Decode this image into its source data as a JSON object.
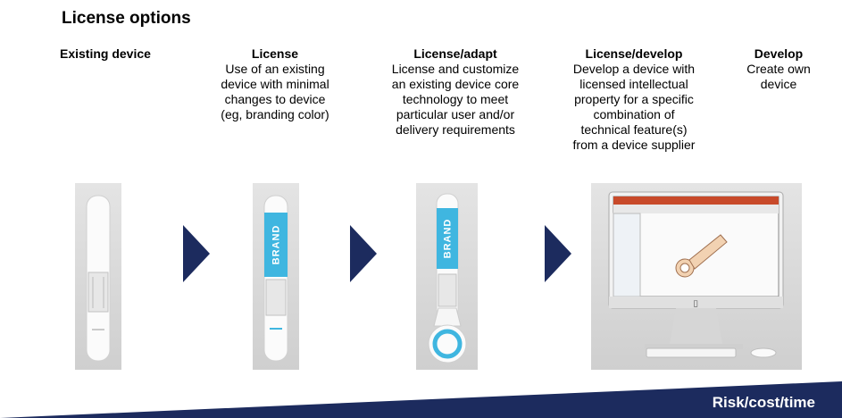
{
  "title": "License options",
  "columns": [
    {
      "head": "Existing device",
      "desc": ""
    },
    {
      "head": "License",
      "desc": "Use of an existing\ndevice with minimal\nchanges to device\n(eg, branding color)"
    },
    {
      "head": "License/adapt",
      "desc": "License and customize\nan existing device core\ntechnology to meet\nparticular user and/or\ndelivery requirements"
    },
    {
      "head": "License/develop",
      "desc": "Develop a device with\nlicensed intellectual\nproperty for a specific\ncombination of\ntechnical feature(s)\nfrom a device supplier"
    },
    {
      "head": "Develop",
      "desc": "Create own\ndevice"
    }
  ],
  "brand_label": "BRAND",
  "footer": {
    "label": "Risk/cost/time"
  },
  "colors": {
    "navy": "#1c2b5e",
    "accent": "#3fb6e0"
  },
  "icons": [
    "chevron-right-icon",
    "injector-pen-icon",
    "desktop-computer-icon",
    "keyboard-icon",
    "mouse-icon"
  ]
}
